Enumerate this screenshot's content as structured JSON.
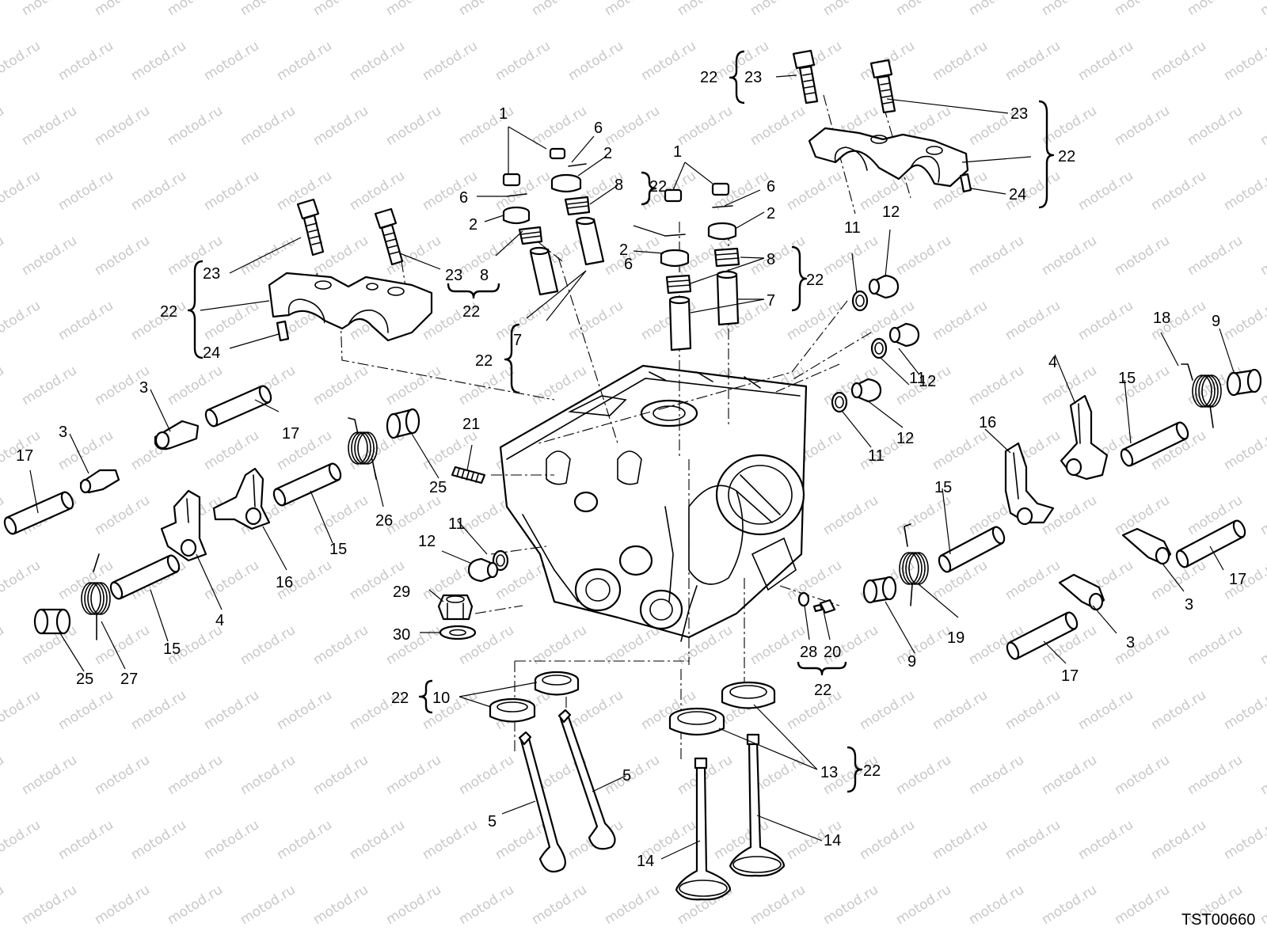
{
  "diagram": {
    "drawing_code": "TST00660",
    "watermark": "motod.ru",
    "colors": {
      "ink": "#000000",
      "paper": "#ffffff",
      "watermark": "#c8c8c8"
    }
  },
  "callouts": {
    "c1a": "1",
    "c1b": "1",
    "c2a": "2",
    "c2b": "2",
    "c2c": "2",
    "c2d": "2",
    "c3a": "3",
    "c3b": "3",
    "c3c": "3",
    "c3d": "3",
    "c4a": "4",
    "c4b": "4",
    "c5a": "5",
    "c5b": "5",
    "c6a": "6",
    "c6b": "6",
    "c6c": "6",
    "c6d": "6",
    "c7a": "7",
    "c7b": "7",
    "c8a": "8",
    "c8b": "8",
    "c8c": "8",
    "c9a": "9",
    "c9b": "9",
    "c10": "10",
    "c11a": "11",
    "c11b": "11",
    "c11c": "11",
    "c11d": "11",
    "c12a": "12",
    "c12b": "12",
    "c12c": "12",
    "c12d": "12",
    "c13": "13",
    "c14a": "14",
    "c14b": "14",
    "c15a": "15",
    "c15b": "15",
    "c15c": "15",
    "c15d": "15",
    "c16a": "16",
    "c16b": "16",
    "c17a": "17",
    "c17b": "17",
    "c17c": "17",
    "c17d": "17",
    "c18": "18",
    "c19": "19",
    "c20": "20",
    "c21": "21",
    "c22a": "22",
    "c22b": "22",
    "c22c": "22",
    "c22d": "22",
    "c22e": "22",
    "c22f": "22",
    "c22g": "22",
    "c22h": "22",
    "c22i": "22",
    "c22j": "22",
    "c23a": "23",
    "c23b": "23",
    "c23c": "23",
    "c23d": "23",
    "c24a": "24",
    "c24b": "24",
    "c25a": "25",
    "c25b": "25",
    "c26": "26",
    "c27": "27",
    "c28": "28",
    "c29": "29",
    "c30": "30"
  }
}
